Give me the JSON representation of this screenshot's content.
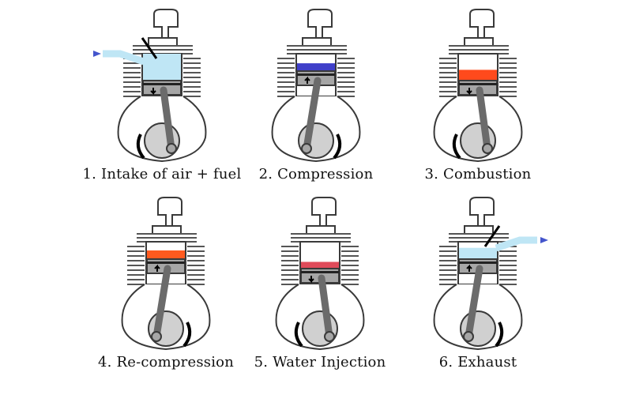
{
  "stages": [
    {
      "caption": "1. Intake of air + fuel",
      "chamber_color": "#bfe6f5",
      "chamber_fill": 1.0,
      "piston": "down",
      "crank_dir": "ccw",
      "arrow": "intake"
    },
    {
      "caption": "2. Compression",
      "chamber_color": "#3f3fc9",
      "chamber_fill": 0.45,
      "piston": "up",
      "crank_dir": "cw",
      "arrow": "none"
    },
    {
      "caption": "3. Combustion",
      "chamber_color": "#ff4a1c",
      "chamber_fill": 0.4,
      "piston": "down",
      "crank_dir": "ccw",
      "arrow": "none"
    },
    {
      "caption": "4. Re-compression",
      "chamber_color": "#ff5a1f",
      "chamber_fill": 0.5,
      "piston": "up",
      "crank_dir": "cw",
      "arrow": "none"
    },
    {
      "caption": "5. Water Injection",
      "chamber_color": "#e04b5a",
      "chamber_fill": 0.25,
      "piston": "down",
      "crank_dir": "ccw",
      "arrow": "none"
    },
    {
      "caption": "6. Exhaust",
      "chamber_color": "#bfe6f5",
      "chamber_fill": 0.65,
      "piston": "up",
      "crank_dir": "cw",
      "arrow": "exhaust"
    }
  ],
  "colors": {
    "outline": "#3a3a3a",
    "metal": "#a6a6a6",
    "metal_dark": "#6b6b6b",
    "arrow_blue": "#4455cc",
    "fins": "#555555"
  }
}
